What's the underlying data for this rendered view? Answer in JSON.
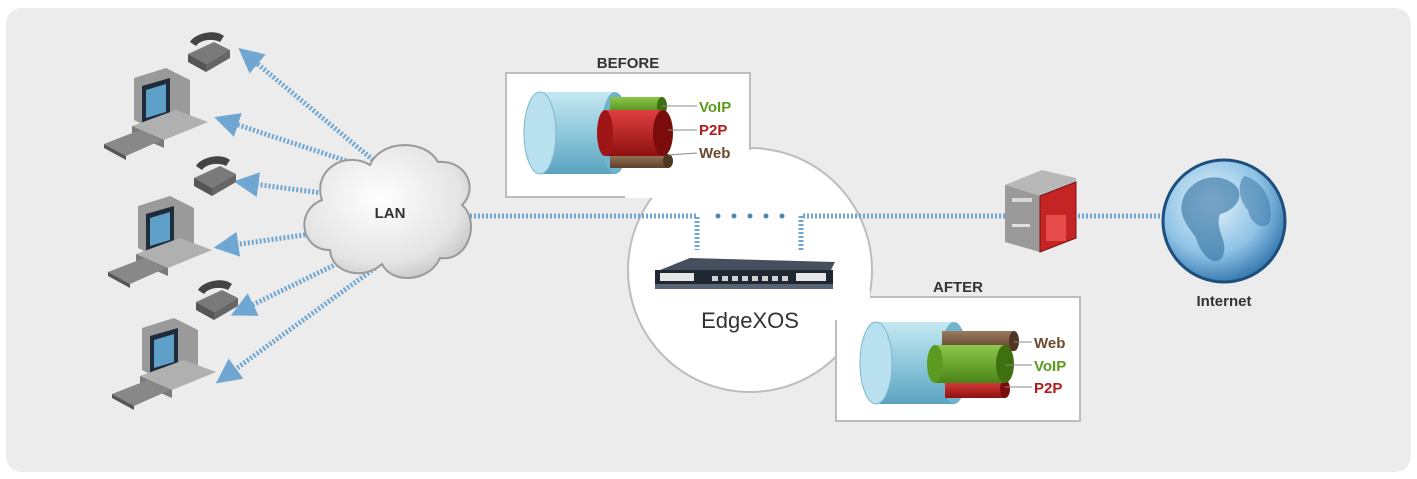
{
  "diagram": {
    "lan_label": "LAN",
    "device_label": "EdgeXOS",
    "internet_label": "Internet",
    "before": {
      "title": "BEFORE",
      "labels": [
        {
          "text": "VoIP",
          "color": "#5a9a1c"
        },
        {
          "text": "P2P",
          "color": "#b11b1b"
        },
        {
          "text": "Web",
          "color": "#6b4a2e"
        }
      ]
    },
    "after": {
      "title": "AFTER",
      "labels": [
        {
          "text": "Web",
          "color": "#6b4a2e"
        },
        {
          "text": "VoIP",
          "color": "#5a9a1c"
        },
        {
          "text": "P2P",
          "color": "#b11b1b"
        }
      ]
    },
    "colors": {
      "link": "#7fb1d8",
      "background": "#ececec",
      "voip": "#6aa52a",
      "p2p": "#c41e1e",
      "web": "#7a5a40",
      "pipe": "#a9d7e6"
    },
    "icons": [
      "telephone-icon",
      "computer-icon",
      "server-icon",
      "globe-icon",
      "router-icon",
      "cloud-icon"
    ]
  }
}
